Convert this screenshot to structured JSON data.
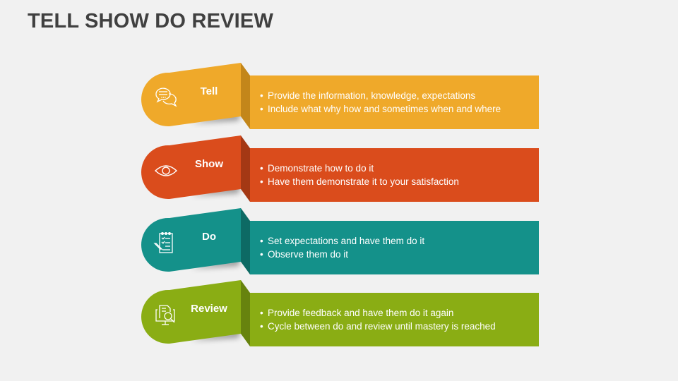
{
  "title": "TELL SHOW DO REVIEW",
  "steps": [
    {
      "label": "Tell",
      "icon": "chat-bubbles-icon",
      "color": "#EFA92A",
      "fold_color": "#C3861A",
      "bullets": [
        "Provide the information, knowledge, expectations",
        "Include what why how and sometimes when and where"
      ]
    },
    {
      "label": "Show",
      "icon": "eye-icon",
      "color": "#DA4C1C",
      "fold_color": "#A43814",
      "bullets": [
        "Demonstrate how to do it",
        "Have them demonstrate it to your satisfaction"
      ]
    },
    {
      "label": "Do",
      "icon": "checklist-notepad-icon",
      "color": "#14918A",
      "fold_color": "#0D6A64",
      "bullets": [
        "Set expectations and have them do it",
        "Observe them do it"
      ]
    },
    {
      "label": "Review",
      "icon": "document-magnifier-monitor-icon",
      "color": "#8AAD14",
      "fold_color": "#67830E",
      "bullets": [
        "Provide feedback and have them do it again",
        "Cycle between do and review until mastery is reached"
      ]
    }
  ]
}
